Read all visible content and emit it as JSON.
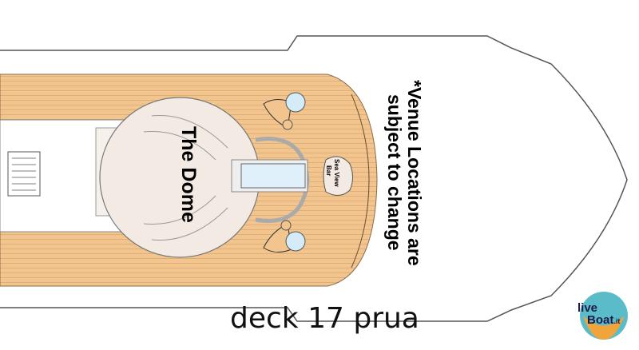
{
  "venue_label": "The Dome",
  "bar_label": [
    "Sea View",
    "Bar"
  ],
  "notice": [
    "*Venue Locations are",
    "subject to change"
  ],
  "caption": "deck 17 prua",
  "logo": {
    "text_line1": "live",
    "text_line2": "Boat",
    "suffix": ".it"
  },
  "colors": {
    "deck": "#f2c48e",
    "dome": "#f3ebe3",
    "pool": "#dff0fb",
    "hull": "#555555"
  }
}
